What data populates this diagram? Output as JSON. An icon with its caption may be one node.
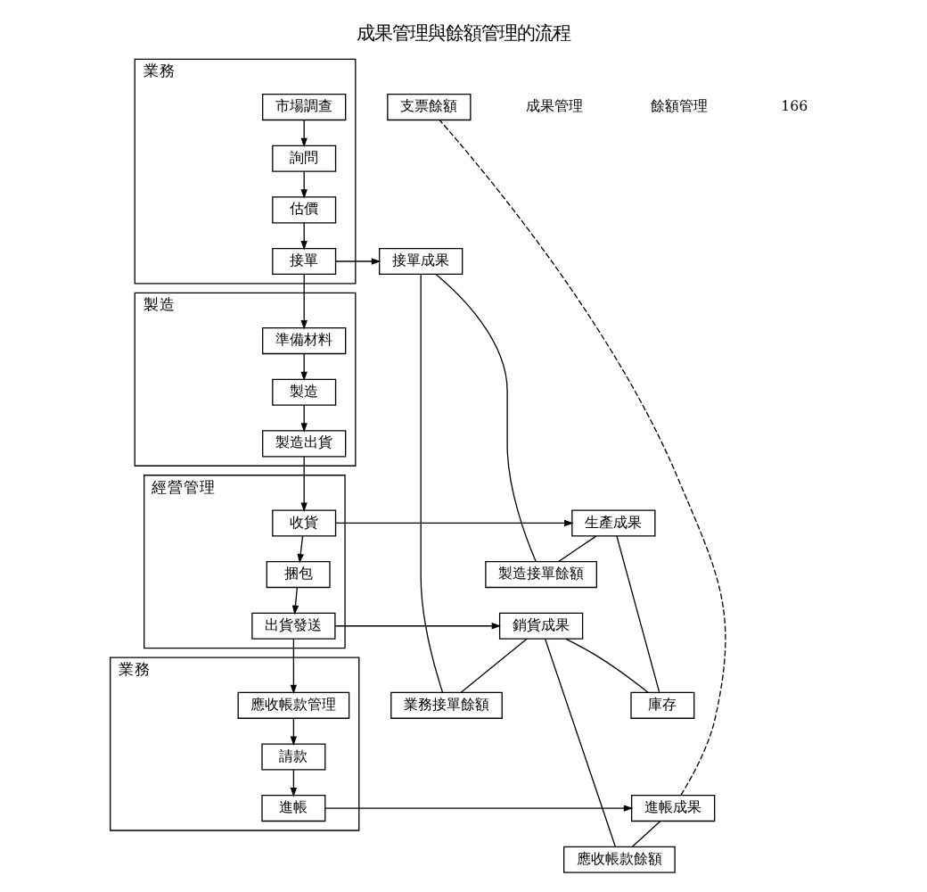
{
  "diagram": {
    "title": "成果管理與餘額管理的流程",
    "nodes": [
      {
        "text": [
          "業務"
        ]
      },
      {
        "text": [
          "市場調查"
        ],
        "in": 0
      },
      {
        "text": [
          "詢問"
        ],
        "in": 0
      },
      {
        "text": [
          "估價"
        ],
        "in": 0
      },
      {
        "text": [
          "接單"
        ],
        "in": 0
      },
      {
        "text": [
          "製造"
        ]
      },
      {
        "text": [
          "準備材料"
        ],
        "in": 5
      },
      {
        "text": [
          "製造"
        ],
        "in": 5
      },
      {
        "text": [
          "製造出貨"
        ],
        "in": 5
      },
      {
        "text": [
          "經營管理"
        ]
      },
      {
        "text": [
          "收貨"
        ],
        "in": 9
      },
      {
        "text": [
          "捆包"
        ],
        "in": 9
      },
      {
        "text": [
          "出貨發送"
        ],
        "in": 9
      },
      {
        "text": [
          "業務"
        ]
      },
      {
        "text": [
          "應收帳款管理"
        ],
        "in": 13
      },
      {
        "text": [
          "請款"
        ],
        "in": 13
      },
      {
        "text": [
          "進帳"
        ],
        "in": 13
      },
      {
        "text": [
          "接單成果"
        ]
      },
      {
        "text": [
          "生產成果"
        ]
      },
      {
        "text": [
          "銷貨成果"
        ]
      },
      {
        "text": [
          "進帳成果"
        ]
      },
      {
        "text": [
          "製造接單餘額"
        ]
      },
      {
        "text": [
          "業務接單餘額"
        ]
      },
      {
        "text": [
          "庫存"
        ]
      },
      {
        "text": [
          "應收帳款餘額"
        ]
      },
      {
        "text": [
          "支票餘額"
        ]
      }
    ],
    "edges": [
      {
        "from": 1,
        "to": 2,
        "arrow": "to"
      },
      {
        "from": 2,
        "to": 3,
        "arrow": "to"
      },
      {
        "from": 3,
        "to": 4,
        "arrow": "to"
      },
      {
        "from": 4,
        "to": 6,
        "arrow": "to"
      },
      {
        "from": 6,
        "to": 7,
        "arrow": "to"
      },
      {
        "from": 7,
        "to": 8,
        "arrow": "to"
      },
      {
        "from": 8,
        "to": 10,
        "arrow": "to"
      },
      {
        "from": 10,
        "to": 11,
        "arrow": "to"
      },
      {
        "from": 11,
        "to": 12,
        "arrow": "to"
      },
      {
        "from": 12,
        "to": 14,
        "arrow": "to"
      },
      {
        "from": 14,
        "to": 15,
        "arrow": "to"
      },
      {
        "from": 15,
        "to": 16,
        "arrow": "to"
      },
      {
        "from": 4,
        "to": 17,
        "arrow": "to"
      },
      {
        "from": 10,
        "to": 18,
        "arrow": "to"
      },
      {
        "from": 12,
        "to": 19,
        "arrow": "to"
      },
      {
        "from": 16,
        "to": 20,
        "arrow": "to"
      },
      {
        "from": 17,
        "to": 21,
        "arrow": "none"
      },
      {
        "from": 17,
        "to": 22,
        "arrow": "none"
      },
      {
        "from": 18,
        "to": 21,
        "arrow": "none"
      },
      {
        "from": 18,
        "to": 23,
        "arrow": "none"
      },
      {
        "from": 19,
        "to": 22,
        "arrow": "none"
      },
      {
        "from": 19,
        "to": 23,
        "arrow": "none"
      },
      {
        "from": 19,
        "to": 24,
        "arrow": "none"
      },
      {
        "from": 20,
        "to": 24,
        "arrow": "none"
      },
      {
        "from": 20,
        "to": 25,
        "arrow": "none",
        "style": "dashed"
      }
    ],
    "labels": [
      "成果管理",
      "餘額管理",
      "166"
    ]
  }
}
